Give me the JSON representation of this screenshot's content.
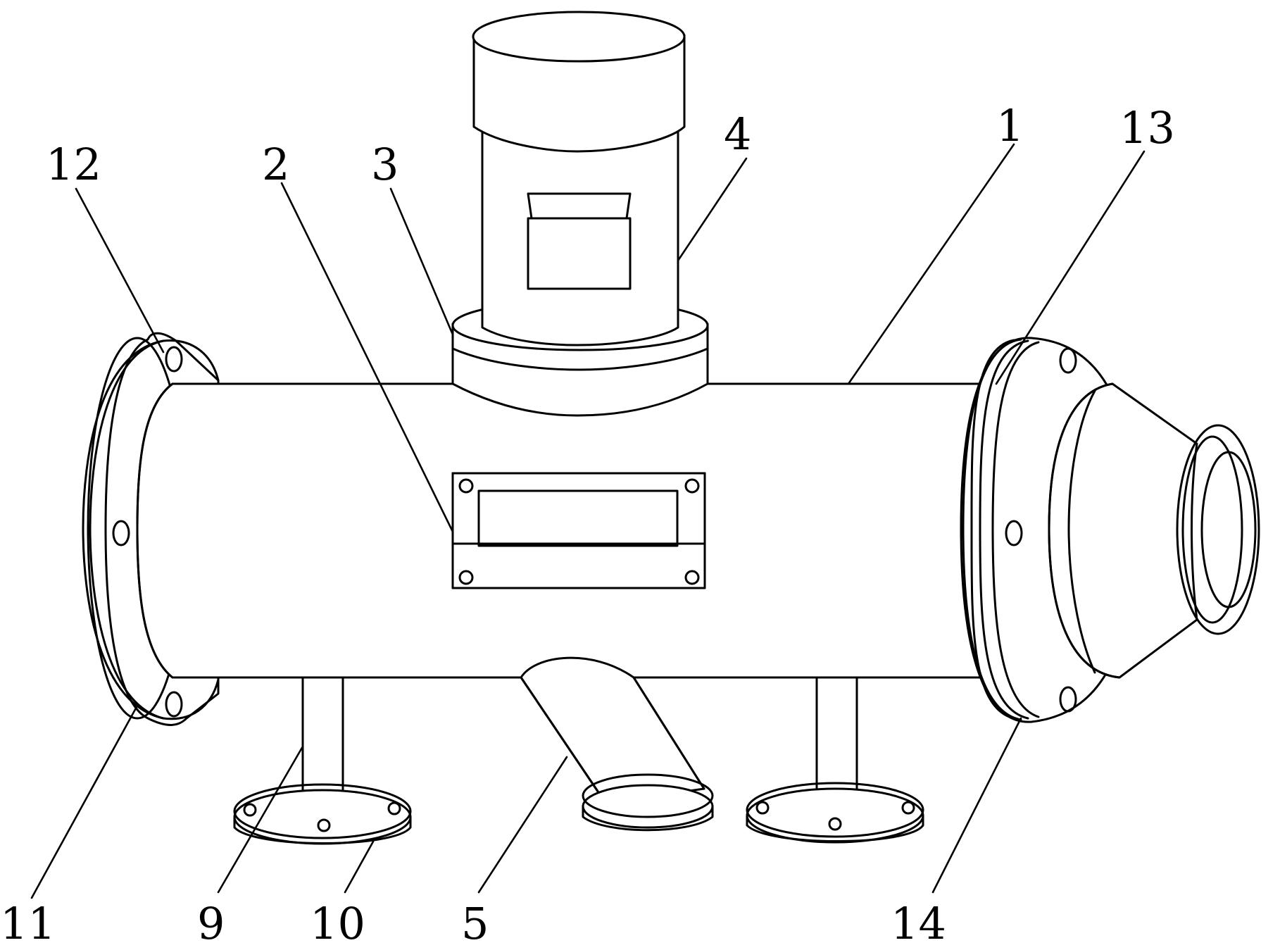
{
  "labels": {
    "l1": "1",
    "l2": "2",
    "l3": "3",
    "l4": "4",
    "l5": "5",
    "l9": "9",
    "l10": "10",
    "l11": "11",
    "l12": "12",
    "l13": "13",
    "l14": "14"
  }
}
